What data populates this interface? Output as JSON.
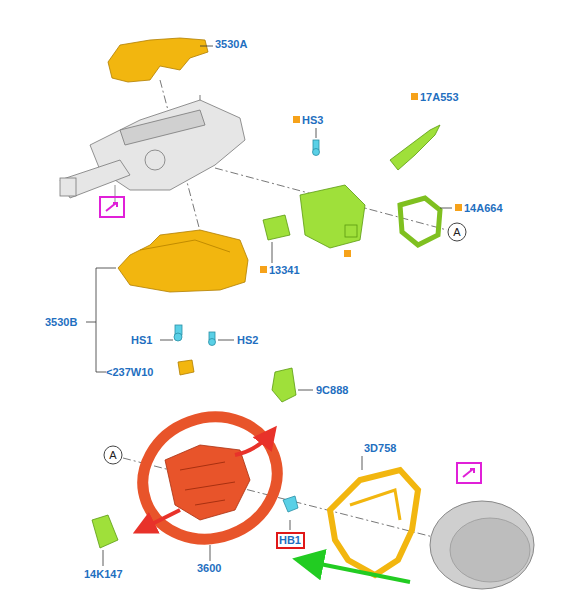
{
  "diagram": {
    "nodes": [
      {
        "text": [
          "A"
        ]
      },
      {
        "text": [
          "A"
        ]
      },
      {
        "text": [
          "HB1"
        ]
      }
    ],
    "labels": [
      "3530A",
      "HS3",
      "17A553",
      "14A664",
      "13341",
      "3530B",
      "HS1",
      "HS2",
      "<237W10",
      "9C888",
      "3D758",
      "14K147",
      "3600"
    ]
  }
}
